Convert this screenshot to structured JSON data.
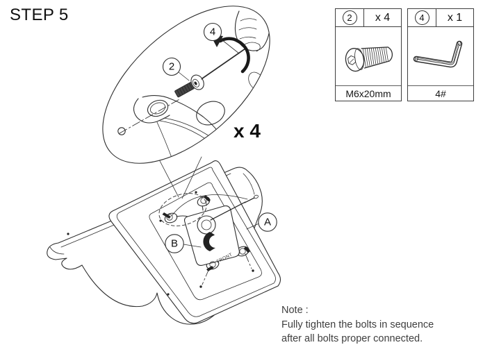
{
  "step": {
    "title": "STEP 5"
  },
  "diagram": {
    "repeat_label": "x 4",
    "front_label": "FRONT",
    "callouts": {
      "bolt_number": "2",
      "tool_number": "4",
      "seat_letter": "A",
      "mechanism_letter": "B"
    }
  },
  "parts_table": {
    "items": [
      {
        "number": "2",
        "qty_label": "x 4",
        "spec_label": "M6x20mm",
        "icon": "hex-bolt-icon"
      },
      {
        "number": "4",
        "qty_label": "x 1",
        "spec_label": "4#",
        "icon": "allen-key-icon"
      }
    ]
  },
  "note": {
    "heading": "Note :",
    "lines": [
      "Fully tighten the bolts in sequence",
      "after all bolts proper connected."
    ]
  },
  "colors": {
    "line": "#2d2d2d",
    "text": "#3e3e3e",
    "title": "#0f0f0f"
  }
}
